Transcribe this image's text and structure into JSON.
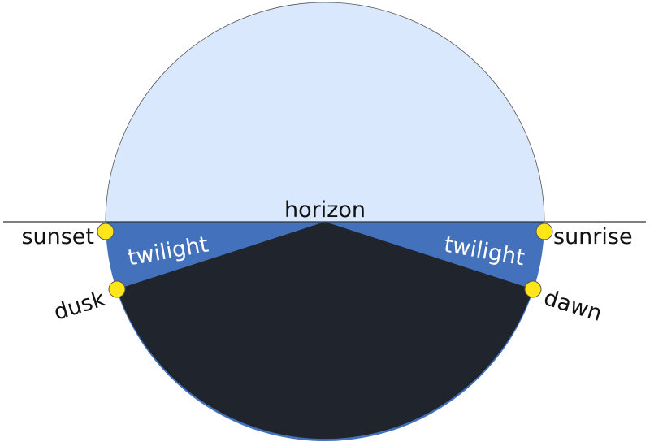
{
  "labels": {
    "horizon": "horizon",
    "twilight_left": "twilight",
    "twilight_right": "twilight",
    "sunset": "sunset",
    "sunrise": "sunrise",
    "dusk": "dusk",
    "dawn": "dawn"
  },
  "colors": {
    "day_sky": "#d9e8fc",
    "twilight": "#4471bb",
    "night": "#20252d",
    "sun": "#ffe619",
    "outline": "#555555",
    "horizon_line": "#333333"
  }
}
